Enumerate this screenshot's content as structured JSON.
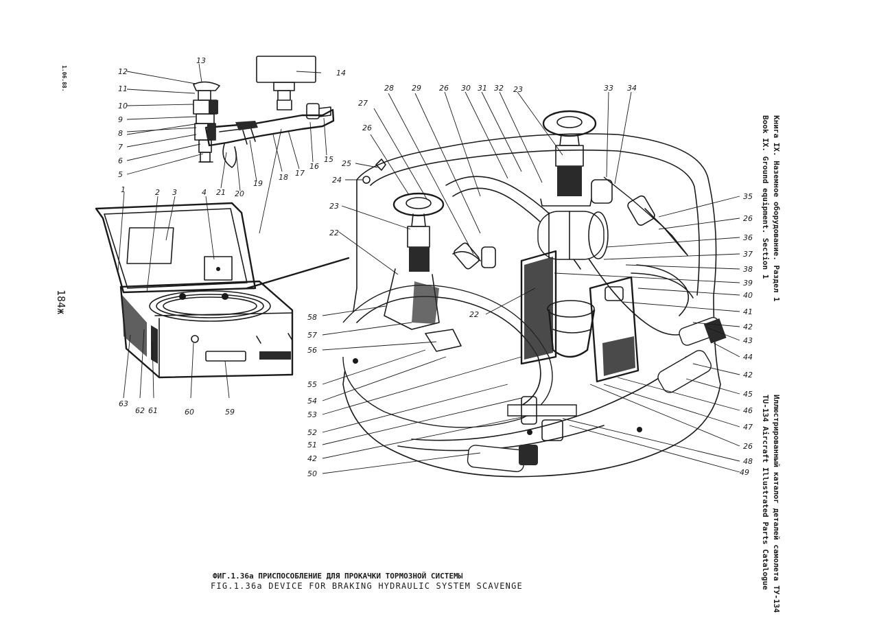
{
  "header": {
    "book_ru": "Книга IX. Наземное оборудование. Раздел 1",
    "book_en": "Book IX. Ground equipment. Section 1",
    "catalogue_ru": "Иллюстрированный каталог деталей самолета ТУ-134",
    "catalogue_en": "TU-134 Aircraft Illustrated Parts Catalogue",
    "date": "1.06.88.",
    "page": "184ж"
  },
  "caption": {
    "ru": "ФИГ.1.36а ПРИСПОСОБЛЕНИЕ ДЛЯ ПРОКАЧКИ ТОРМОЗНОЙ СИСТЕМЫ",
    "en": "FIG.1.36a DEVICE FOR BRAKING HYDRAULIC SYSTEM SCAVENGE"
  },
  "callouts": {
    "c1": "1",
    "c2": "2",
    "c3": "3",
    "c4": "4",
    "c5": "5",
    "c6": "6",
    "c7": "7",
    "c8": "8",
    "c9": "9",
    "c10": "10",
    "c11": "11",
    "c12": "12",
    "c13": "13",
    "c14": "14",
    "c15": "15",
    "c16": "16",
    "c17": "17",
    "c18": "18",
    "c19": "19",
    "c20": "20",
    "c21": "21",
    "c22a": "22",
    "c22b": "22",
    "c23a": "23",
    "c23b": "23",
    "c24": "24",
    "c25": "25",
    "c26a": "26",
    "c26b": "26",
    "c26c": "26",
    "c26d": "26",
    "c27": "27",
    "c28": "28",
    "c29": "29",
    "c30": "30",
    "c31": "31",
    "c32": "32",
    "c33": "33",
    "c34": "34",
    "c35": "35",
    "c36": "36",
    "c37": "37",
    "c38": "38",
    "c39": "39",
    "c40": "40",
    "c41": "41",
    "c42a": "42",
    "c42b": "42",
    "c42c": "42",
    "c43": "43",
    "c44": "44",
    "c45": "45",
    "c46": "46",
    "c47": "47",
    "c48": "48",
    "c49": "49",
    "c50": "50",
    "c51": "51",
    "c52": "52",
    "c53": "53",
    "c54": "54",
    "c55": "55",
    "c56": "56",
    "c57": "57",
    "c58": "58",
    "c59": "59",
    "c60": "60",
    "c61": "61",
    "c62": "62",
    "c63": "63"
  }
}
